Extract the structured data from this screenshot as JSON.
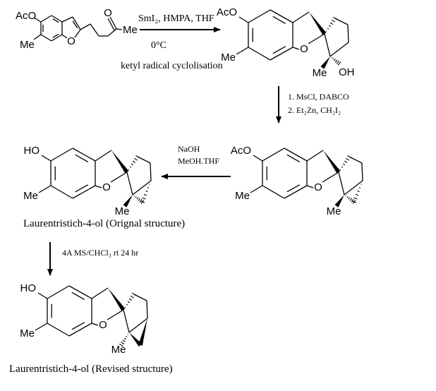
{
  "scheme": {
    "step1": {
      "reagents": "SmI₂, HMPA, THF",
      "temperature": "0°C",
      "note": "ketyl radical cyclolisation"
    },
    "step2": {
      "line1": "1. MsCl, DABCO",
      "line2": "2. Et₂Zn, CH₂I₂"
    },
    "step3": {
      "line1": "NaOH",
      "line2": "MeOH.THF"
    },
    "step4": {
      "line1": "4A MS/CHCl₃ rt 24 hr"
    },
    "captions": {
      "original": "Laurentristich-4-ol (Orignal structure)",
      "revised": "Laurentristich-4-ol (Revised structure)"
    },
    "atoms": {
      "aco": "AcO",
      "ho": "HO",
      "me": "Me",
      "o": "O",
      "oh": "OH"
    }
  }
}
